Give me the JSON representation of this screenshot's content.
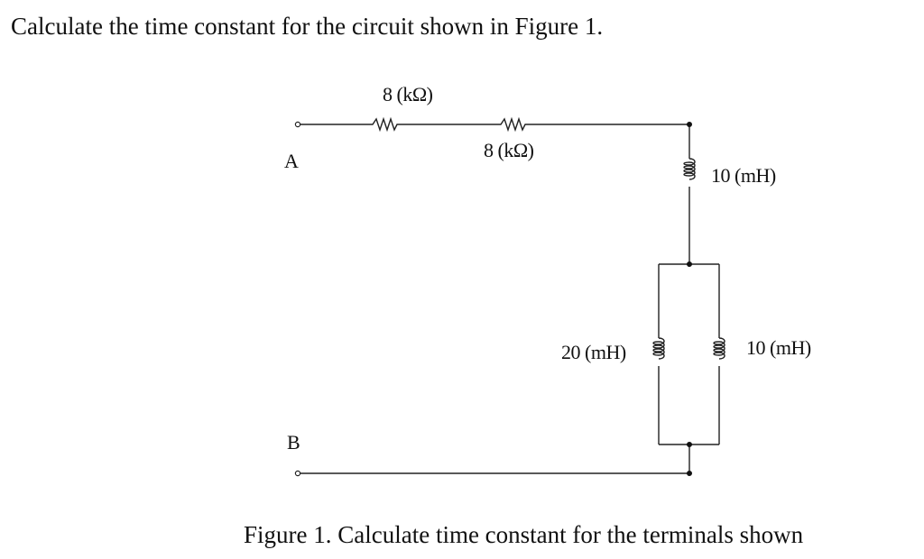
{
  "question": "Calculate the time constant for the circuit shown in Figure 1.",
  "circuit": {
    "terminals": {
      "a": "A",
      "b": "B"
    },
    "resistors": [
      {
        "id": "R1",
        "label": "8 (kΩ)"
      },
      {
        "id": "R2",
        "label": "8 (kΩ)"
      }
    ],
    "inductors": [
      {
        "id": "L1",
        "label": "10 (mH)"
      },
      {
        "id": "L2",
        "label": "20 (mH)"
      },
      {
        "id": "L3",
        "label": "10 (mH)"
      }
    ]
  },
  "caption": "Figure 1.  Calculate time constant for the terminals shown"
}
